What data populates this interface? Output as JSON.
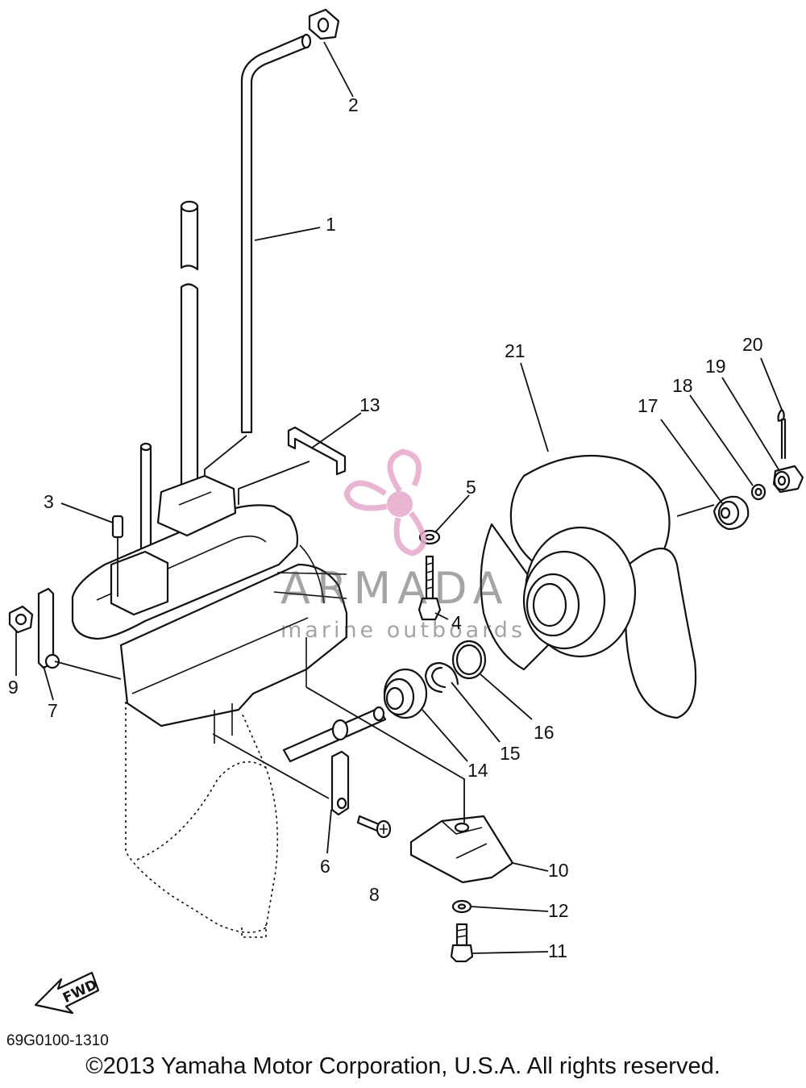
{
  "diagram": {
    "callouts": [
      {
        "id": "c1",
        "label": "1"
      },
      {
        "id": "c2",
        "label": "2"
      },
      {
        "id": "c3",
        "label": "3"
      },
      {
        "id": "c4",
        "label": "4"
      },
      {
        "id": "c5",
        "label": "5"
      },
      {
        "id": "c6",
        "label": "6"
      },
      {
        "id": "c7",
        "label": "7"
      },
      {
        "id": "c8",
        "label": "8"
      },
      {
        "id": "c9",
        "label": "9"
      },
      {
        "id": "c10",
        "label": "10"
      },
      {
        "id": "c11",
        "label": "11"
      },
      {
        "id": "c12",
        "label": "12"
      },
      {
        "id": "c13",
        "label": "13"
      },
      {
        "id": "c14",
        "label": "14"
      },
      {
        "id": "c15",
        "label": "15"
      },
      {
        "id": "c16",
        "label": "16"
      },
      {
        "id": "c17",
        "label": "17"
      },
      {
        "id": "c18",
        "label": "18"
      },
      {
        "id": "c19",
        "label": "19"
      },
      {
        "id": "c20",
        "label": "20"
      },
      {
        "id": "c21",
        "label": "21"
      }
    ],
    "fwd_label": "FWD"
  },
  "watermark": {
    "title": "ARMADA",
    "subtitle": "marine outboards",
    "logo_color": "#e6a9cb"
  },
  "footer": {
    "drawing_number": "69G0100-1310",
    "copyright": "©2013 Yamaha Motor Corporation, U.S.A. All rights reserved."
  }
}
